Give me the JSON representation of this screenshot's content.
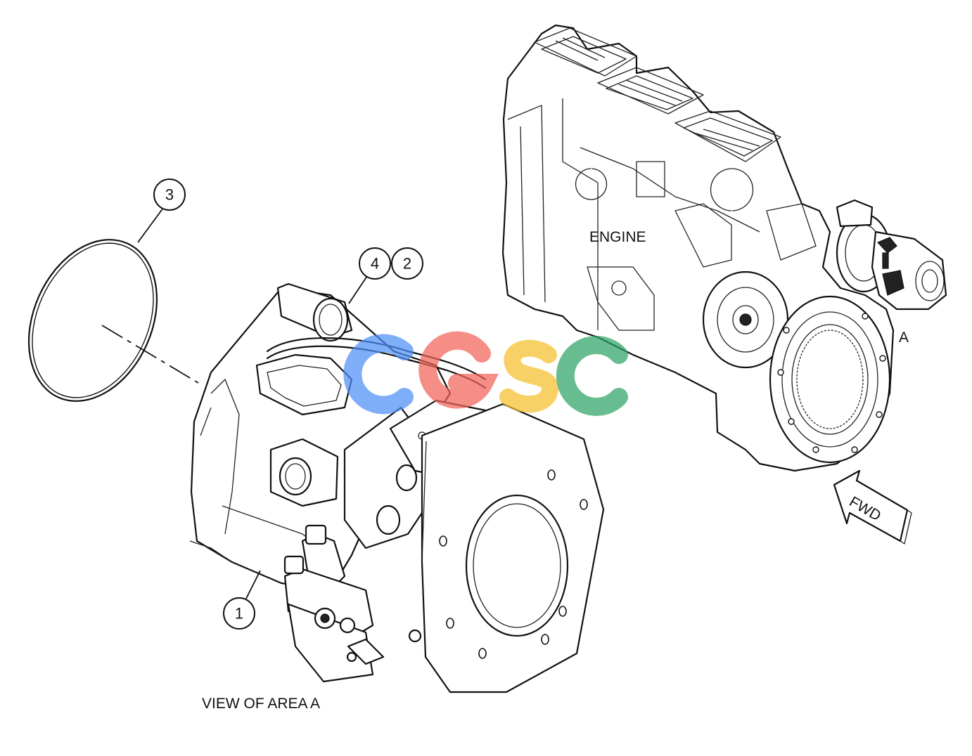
{
  "callouts": [
    {
      "id": "3",
      "text": "3"
    },
    {
      "id": "4",
      "text": "4"
    },
    {
      "id": "2",
      "text": "2"
    },
    {
      "id": "1",
      "text": "1"
    }
  ],
  "labels": {
    "engine": "ENGINE",
    "area": "A",
    "fwd": "FWD",
    "view": "VIEW OF AREA A"
  },
  "watermark": {
    "letters": [
      "C",
      "G",
      "S",
      "C"
    ],
    "colors": [
      "#4f8ff7",
      "#f0645a",
      "#f5c02a",
      "#2fa566"
    ]
  }
}
